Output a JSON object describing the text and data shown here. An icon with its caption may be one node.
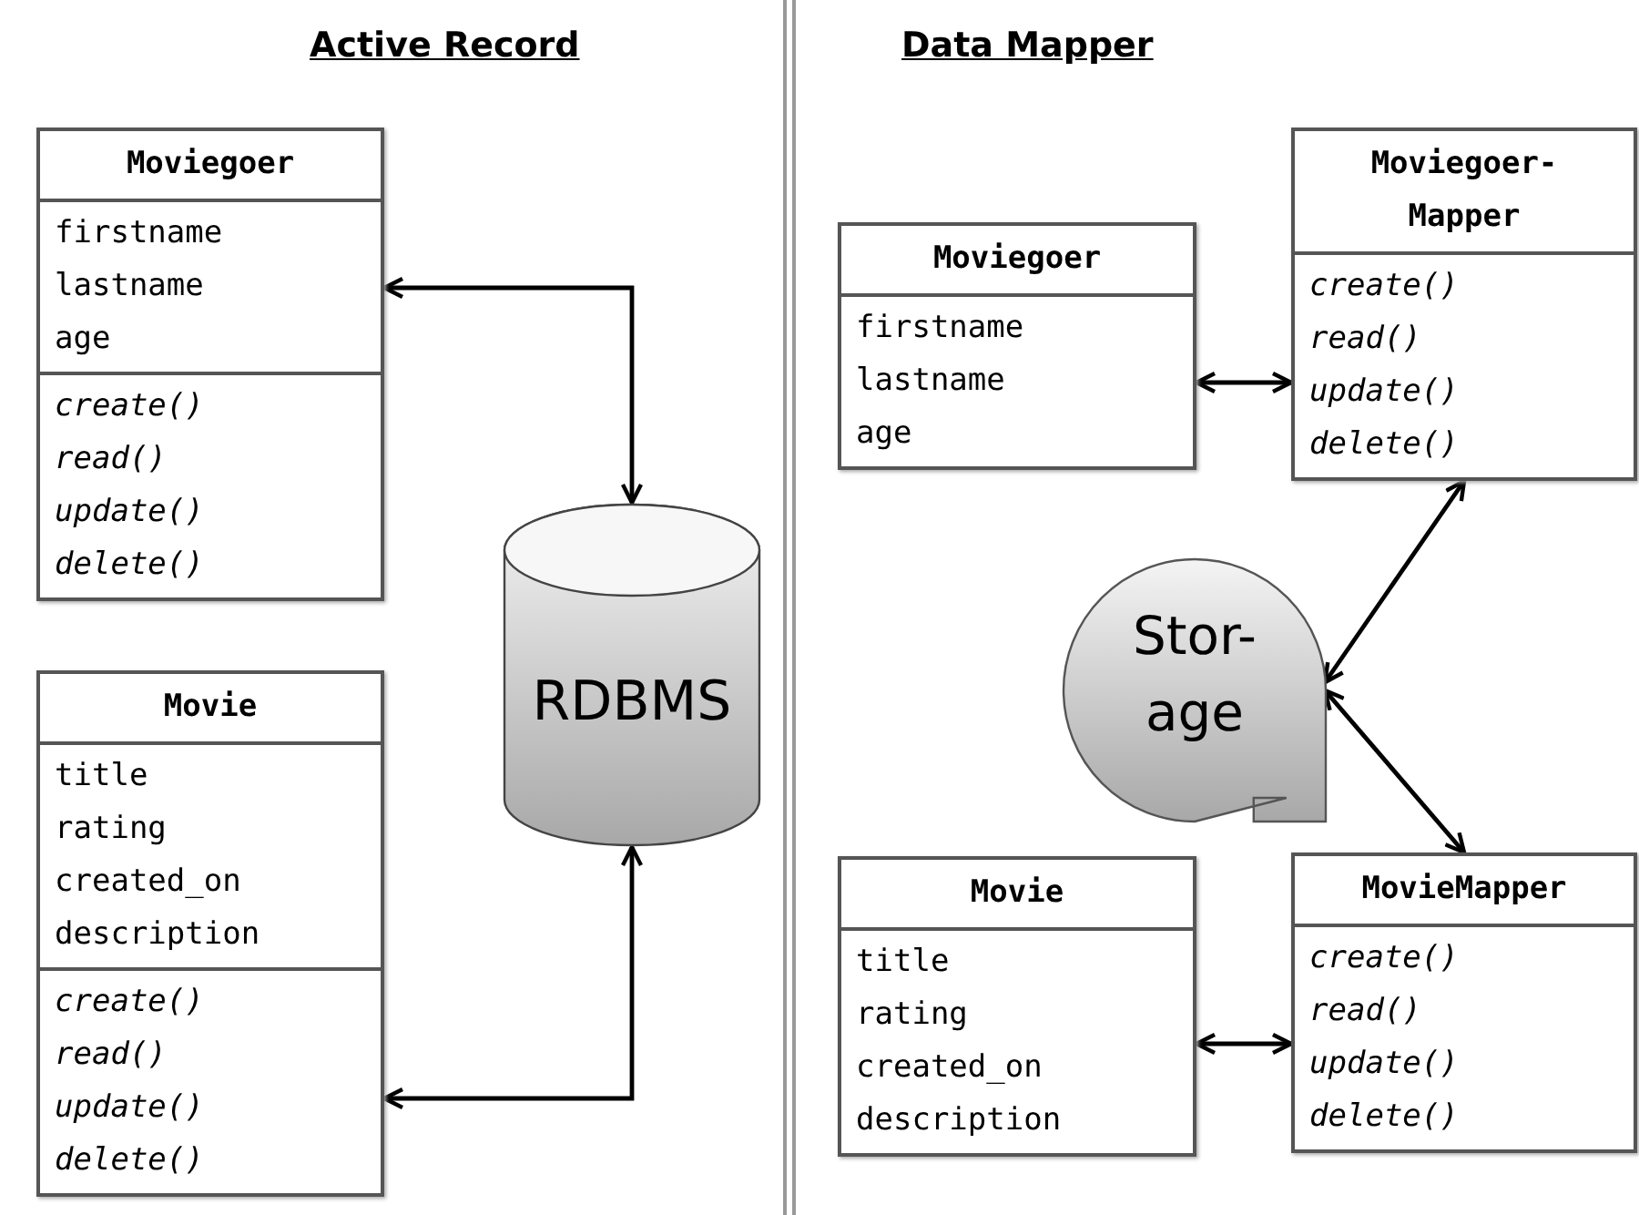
{
  "diagram": {
    "nodes": [
      {
        "text": [
          "Moviegoer",
          "firstname lastname age",
          "create() read() update() delete()"
        ]
      },
      {
        "text": [
          "Movie",
          "title rating created_on description",
          "create() read() update() delete()"
        ]
      },
      {
        "text": [
          "RDBMS"
        ]
      },
      {
        "text": [
          "Moviegoer",
          "firstname lastname age"
        ]
      },
      {
        "text": [
          "Moviegoer-Mapper",
          "create() read() update() delete()"
        ]
      },
      {
        "text": [
          "Stor-age"
        ]
      },
      {
        "text": [
          "Movie",
          "title rating created_on description"
        ]
      },
      {
        "text": [
          "MovieMapper",
          "create() read() update() delete()"
        ]
      }
    ],
    "edges": [
      {
        "from": 2,
        "to": 0,
        "arrow": "both"
      },
      {
        "from": 2,
        "to": 1,
        "arrow": "both"
      },
      {
        "from": 3,
        "to": 4,
        "arrow": "both"
      },
      {
        "from": 5,
        "to": 4,
        "arrow": "both"
      },
      {
        "from": 5,
        "to": 7,
        "arrow": "both"
      },
      {
        "from": 6,
        "to": 7,
        "arrow": "both"
      }
    ],
    "labels": [
      "Active Record",
      "Data Mapper"
    ]
  }
}
